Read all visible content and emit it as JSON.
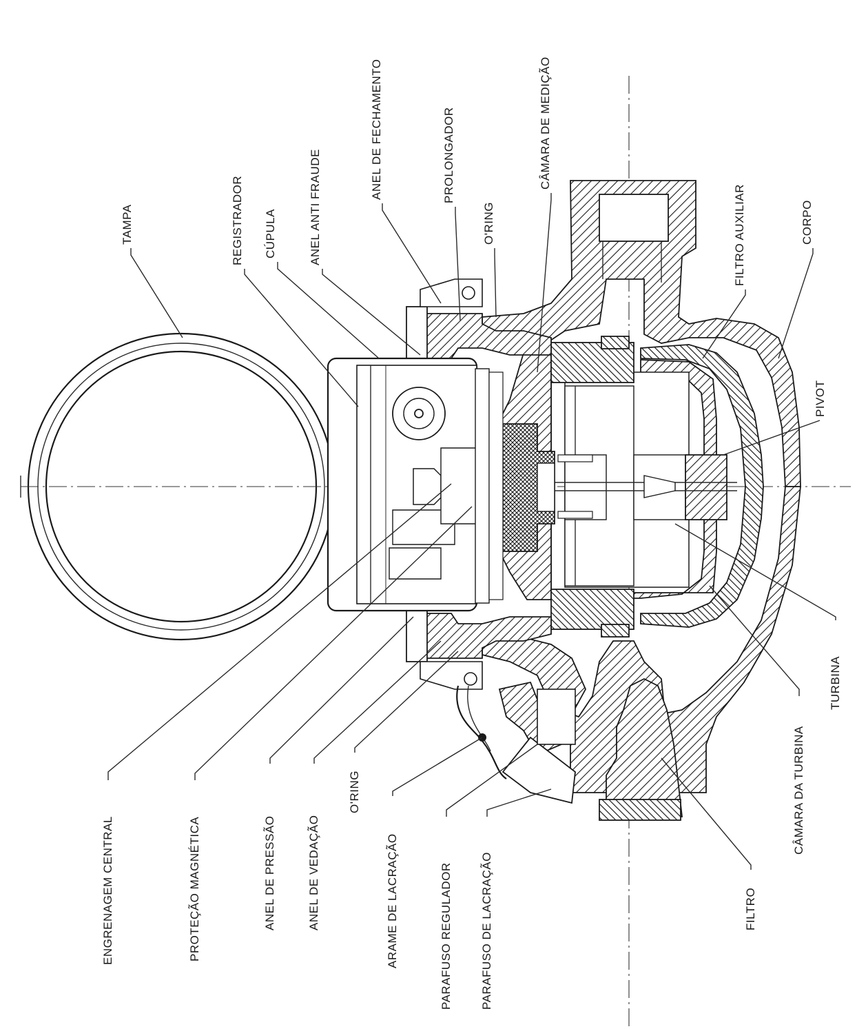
{
  "labels": {
    "tampa": "TAMPA",
    "registrador": "REGISTRADOR",
    "cupula": "CÚPULA",
    "anel_anti_fraude": "ANEL ANTI FRAUDE",
    "anel_de_fechamento": "ANEL DE FECHAMENTO",
    "prolongador": "PROLONGADOR",
    "oring_top": "O'RING",
    "camara_de_medicao": "CÂMARA DE MEDIÇÃO",
    "filtro_auxiliar": "FILTRO AUXILIAR",
    "corpo": "CORPO",
    "pivot": "PIVOT",
    "turbina": "TURBINA",
    "camara_da_turbina": "CÂMARA DA TURBINA",
    "filtro": "FILTRO",
    "engrenagem_central": "ENGRENAGEM CENTRAL",
    "protecao_magnetica": "PROTEÇÃO MAGNÉTICA",
    "anel_de_pressao": "ANEL DE PRESSÃO",
    "anel_de_vedacao": "ANEL DE VEDAÇÃO",
    "oring_bottom": "O'RING",
    "arame_de_lacracao": "ARAME DE LACRAÇÃO",
    "parafuso_regulador": "PARAFUSO REGULADOR",
    "parafuso_de_lacracao": "PARAFUSO DE LACRAÇÃO"
  }
}
